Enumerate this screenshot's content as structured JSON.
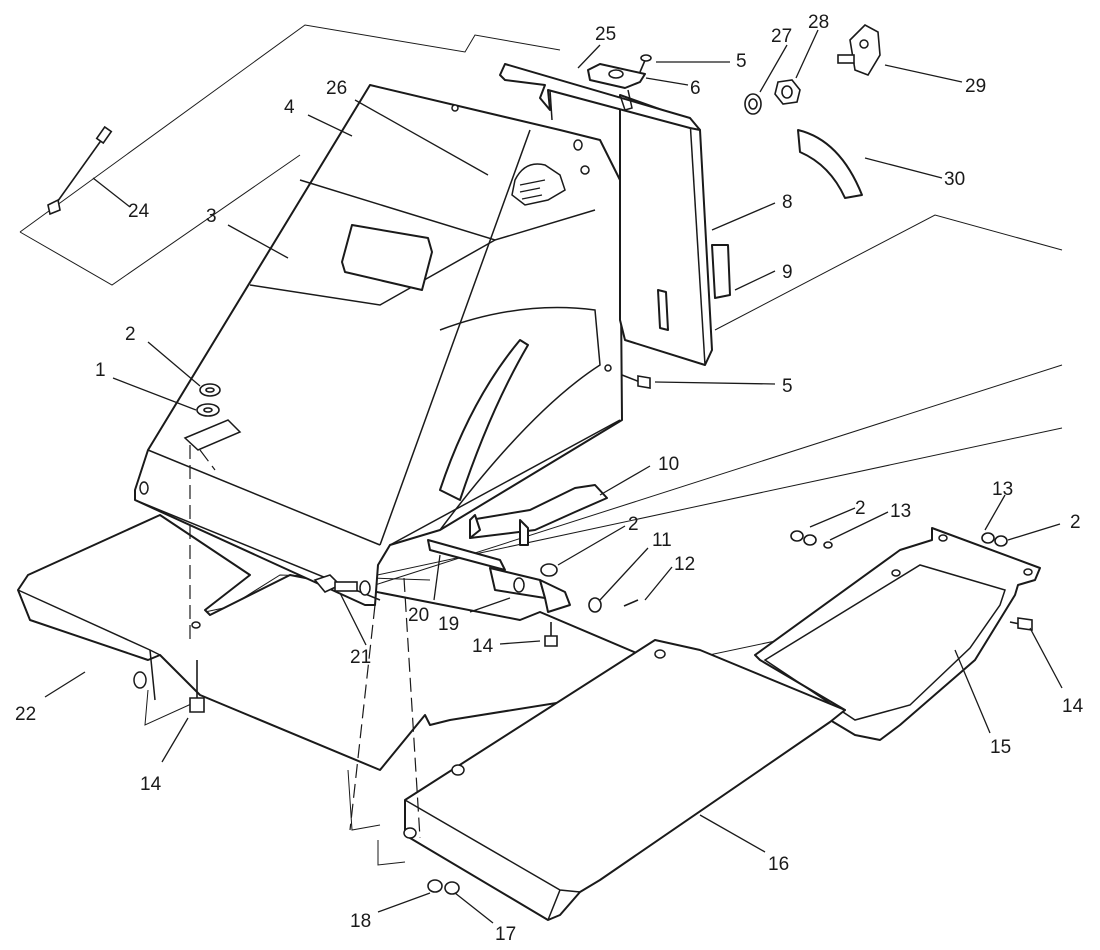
{
  "figure": {
    "type": "exploded-parts-diagram",
    "callouts": [
      {
        "id": "c1",
        "label": "1"
      },
      {
        "id": "c2a",
        "label": "2"
      },
      {
        "id": "c3",
        "label": "3"
      },
      {
        "id": "c4",
        "label": "4"
      },
      {
        "id": "c26",
        "label": "26"
      },
      {
        "id": "c25",
        "label": "25"
      },
      {
        "id": "c5a",
        "label": "5"
      },
      {
        "id": "c6",
        "label": "6"
      },
      {
        "id": "c27",
        "label": "27"
      },
      {
        "id": "c28",
        "label": "28"
      },
      {
        "id": "c29",
        "label": "29"
      },
      {
        "id": "c30",
        "label": "30"
      },
      {
        "id": "c8",
        "label": "8"
      },
      {
        "id": "c9",
        "label": "9"
      },
      {
        "id": "c5b",
        "label": "5"
      },
      {
        "id": "c24",
        "label": "24"
      },
      {
        "id": "c10",
        "label": "10"
      },
      {
        "id": "c2b",
        "label": "2"
      },
      {
        "id": "c11",
        "label": "11"
      },
      {
        "id": "c12",
        "label": "12"
      },
      {
        "id": "c2c",
        "label": "2"
      },
      {
        "id": "c13a",
        "label": "13"
      },
      {
        "id": "c13b",
        "label": "13"
      },
      {
        "id": "c2d",
        "label": "2"
      },
      {
        "id": "c20",
        "label": "20"
      },
      {
        "id": "c19",
        "label": "19"
      },
      {
        "id": "c14a",
        "label": "14"
      },
      {
        "id": "c21",
        "label": "21"
      },
      {
        "id": "c22",
        "label": "22"
      },
      {
        "id": "c14b",
        "label": "14"
      },
      {
        "id": "c14c",
        "label": "14"
      },
      {
        "id": "c15",
        "label": "15"
      },
      {
        "id": "c16",
        "label": "16"
      },
      {
        "id": "c18",
        "label": "18"
      },
      {
        "id": "c17",
        "label": "17"
      }
    ]
  }
}
